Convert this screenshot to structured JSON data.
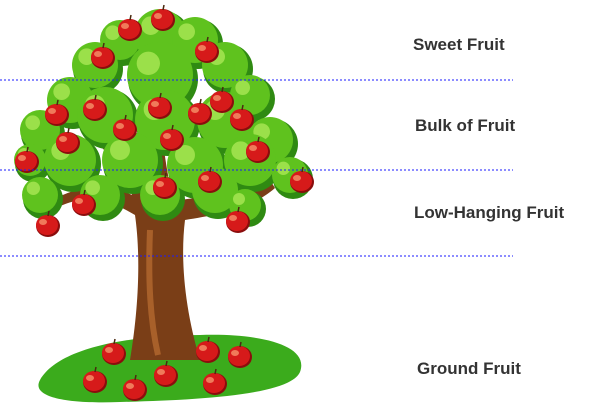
{
  "labels": {
    "sweet": "Sweet Fruit",
    "bulk": "Bulk of Fruit",
    "low": "Low-Hanging Fruit",
    "ground": "Ground Fruit"
  },
  "colors": {
    "divider": "#1a1aff",
    "label_text": "#333333",
    "apple": "#d61a1a",
    "leaf": "#5fc21e",
    "leaf_dark": "#2f8a12",
    "trunk": "#7a3e17",
    "grass": "#3bab1c"
  }
}
